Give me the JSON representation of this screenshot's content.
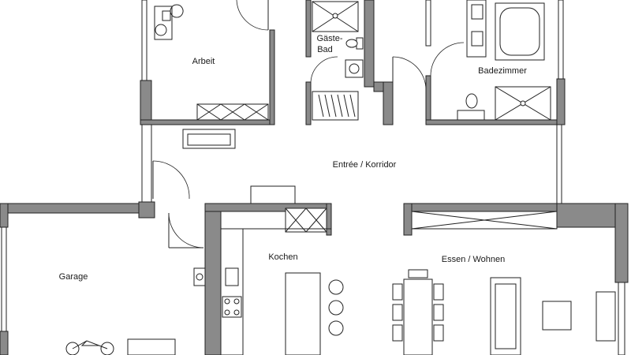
{
  "plan": {
    "rooms": {
      "arbeit": "Arbeit",
      "gaeste_bad_line1": "Gäste-",
      "gaeste_bad_line2": "Bad",
      "badezimmer": "Badezimmer",
      "entree": "Entrée / Korridor",
      "garage": "Garage",
      "kochen": "Kochen",
      "essen_wohnen": "Essen / Wohnen"
    },
    "colors": {
      "wall_fill": "#8a8a8a",
      "line": "#222222",
      "background": "#ffffff"
    }
  }
}
